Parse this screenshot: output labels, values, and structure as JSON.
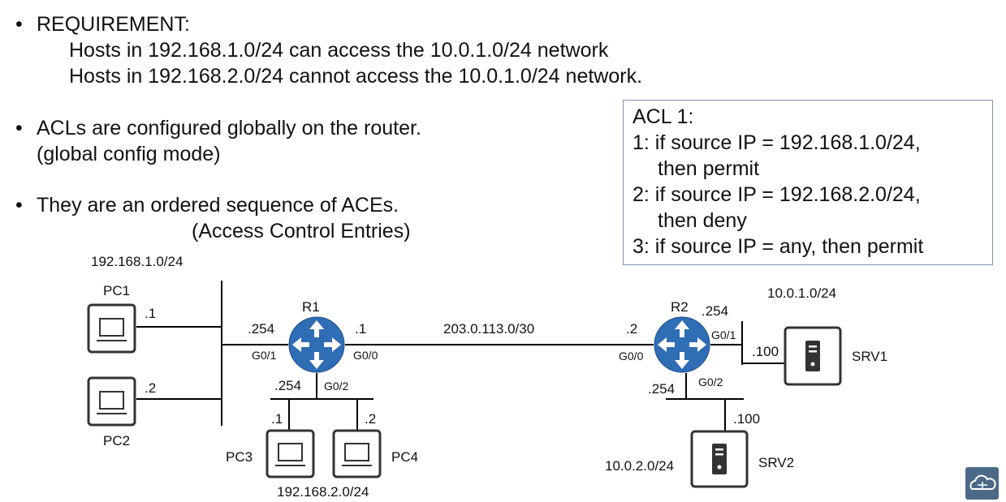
{
  "bullets": {
    "requirement_title": "REQUIREMENT:",
    "requirement_line1": "Hosts in 192.168.1.0/24 can access the 10.0.1.0/24 network",
    "requirement_line2": "Hosts in 192.168.2.0/24 cannot access the 10.0.1.0/24 network.",
    "acl_global_line1": "ACLs are configured globally on the router.",
    "acl_global_line2": "(global config mode)",
    "ordered_line1": "They are an ordered sequence of ACEs.",
    "ordered_line2": "(Access Control Entries)",
    "bullet_char": "•"
  },
  "acl_box": {
    "title": "ACL 1:",
    "entries": [
      "1: if source IP = 192.168.1.0/24,",
      "then permit",
      "2: if source IP = 192.168.2.0/24,",
      "then deny",
      "3: if source IP = any, then permit"
    ]
  },
  "topology": {
    "net_left_top": "192.168.1.0/24",
    "net_left_bottom": "192.168.2.0/24",
    "net_wan": "203.0.113.0/30",
    "net_srv1": "10.0.1.0/24",
    "net_srv2": "10.0.2.0/24",
    "pc1": {
      "name": "PC1",
      "ip": ".1"
    },
    "pc2": {
      "name": "PC2",
      "ip": ".2"
    },
    "pc3": {
      "name": "PC3",
      "ip": ".1"
    },
    "pc4": {
      "name": "PC4",
      "ip": ".2"
    },
    "r1": {
      "name": "R1",
      "g01_ip": ".254",
      "g01": "G0/1",
      "g00_ip": ".1",
      "g00": "G0/0",
      "g02_ip": ".254",
      "g02": "G0/2"
    },
    "r2": {
      "name": "R2",
      "g01_ip": ".254",
      "g01": "G0/1",
      "g00_ip": ".2",
      "g00": "G0/0",
      "g02_ip": ".254",
      "g02": "G0/2"
    },
    "srv1": {
      "name": "SRV1",
      "ip": ".100"
    },
    "srv2": {
      "name": "SRV2",
      "ip": ".100"
    }
  },
  "colors": {
    "router_blue": "#2f6db5",
    "device_border": "#333333",
    "acl_border": "#7f93b5",
    "logo_bg": "#4a6a88"
  }
}
